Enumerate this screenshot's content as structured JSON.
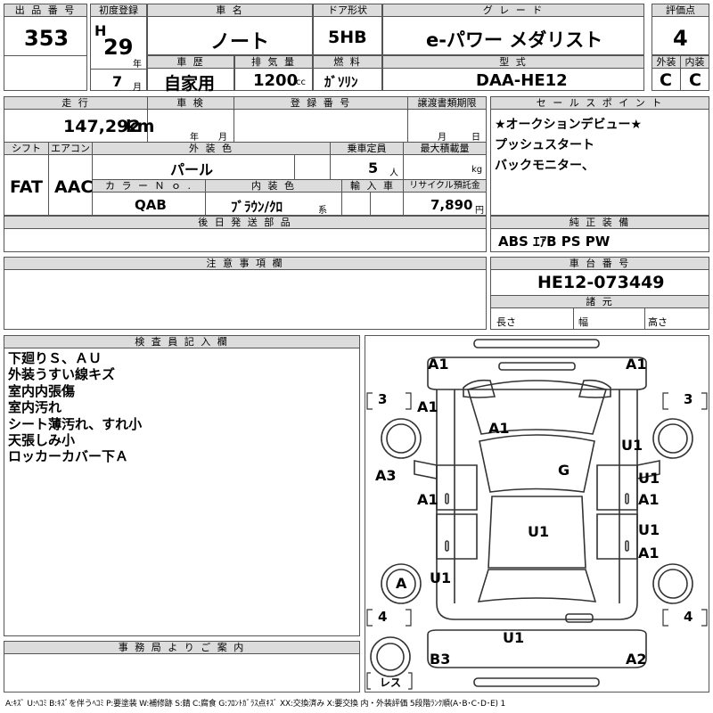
{
  "labels": {
    "lot_no": "出 品 番 号",
    "first_reg": "初度登録",
    "car_name": "車 名",
    "door": "ドア形状",
    "grade": "グ レ ー ド",
    "score": "評価点",
    "history": "車 歴",
    "displacement": "排 気 量",
    "fuel": "燃 料",
    "model": "型 式",
    "ext": "外装",
    "int": "内装",
    "mileage": "走 行",
    "inspection": "車 検",
    "reg_no": "登 録 番 号",
    "transfer": "譲渡書類期限",
    "sales_point": "セ ー ル ス ポ イ ン ト",
    "shift": "シフト",
    "aircon": "エアコン",
    "ext_color": "外 装 色",
    "capacity": "乗車定員",
    "max_load": "最大積載量",
    "color_no": "カ ラ ー Ｎ ｏ .",
    "int_color": "内 装 色",
    "import": "輸 入 車",
    "recycle": "リサイクル預託金",
    "later_parts": "後 日 発 送 部 品",
    "genuine_equip": "純 正 装 備",
    "notes": "注 意 事 項 欄",
    "chassis_no": "車 台 番 号",
    "specs": "諸 元",
    "inspector": "検 査 員 記 入 欄",
    "office": "事 務 局 よ り ご 案 内"
  },
  "units": {
    "year": "年",
    "month": "月",
    "cc": "cc",
    "km": "km",
    "persons": "人",
    "kg": "kg",
    "kei": "系",
    "yen": "円",
    "length": "長さ",
    "width": "幅",
    "height": "高さ",
    "reg_year": "年",
    "reg_month": "月",
    "tr_month": "月",
    "tr_day": "日"
  },
  "vehicle": {
    "lot_no": "353",
    "era": "H",
    "reg_year": "29",
    "reg_month": "7",
    "car_name": "ノート",
    "door": "5HB",
    "grade": "e-パワー メダリスト",
    "score": "4",
    "history": "自家用",
    "displacement": "1200",
    "fuel": "ｶﾞｿﾘﾝ",
    "model": "DAA-HE12",
    "ext_score": "C",
    "int_score": "C",
    "mileage": "147,292",
    "shift": "FAT",
    "aircon": "AAC",
    "ext_color": "パール",
    "capacity": "5",
    "color_no": "QAB",
    "int_color": "ﾌﾞﾗｳﾝ/ｸﾛ",
    "recycle": "7,890",
    "genuine_equip": "ABS ｴｱB PS PW",
    "chassis_no": "HE12-073449"
  },
  "sales_points": [
    "★オークションデビュー★",
    "プッシュスタート",
    "バックモニター、"
  ],
  "inspector_notes": [
    "下廻りＳ、ＡＵ",
    "外装うすい線キズ",
    "室内内張傷",
    "室内汚れ",
    "シート薄汚れ、すれ小",
    "天張しみ小",
    "ロッカーカバー下Ａ"
  ],
  "diagram_marks": {
    "front_left": "A1",
    "front_right": "A1",
    "fender_left": "A1",
    "hood": "A1",
    "fender_right": "U1",
    "windshield": "G",
    "pillar_left": "A3",
    "door_fl": "A1",
    "door_fr_top": "U1",
    "door_fr_bottom": "A1",
    "roof": "U1",
    "door_rl": "U1",
    "door_rr_top": "U1",
    "door_rr_bottom": "A1",
    "wheel_rl": "A",
    "rear_bumper": "U1",
    "rear_left": "B3",
    "rear_right": "A2",
    "tire_fl": "3",
    "tire_fr": "3",
    "tire_rl": "4",
    "tire_rr": "4",
    "spare": "レス"
  },
  "legend": "A:ｷｽﾞ U:ﾍｺﾐ B:ｷｽﾞを伴うﾍｺﾐ P:要塗装 W:補修跡 S:錆 C:腐食 G:ﾌﾛﾝﾄｶﾞﾗｽ点ｷｽﾞ XX:交換済み X:要交換 内・外装評価 5段階ﾗﾝｸ順(A･B･C･D･E) 1"
}
